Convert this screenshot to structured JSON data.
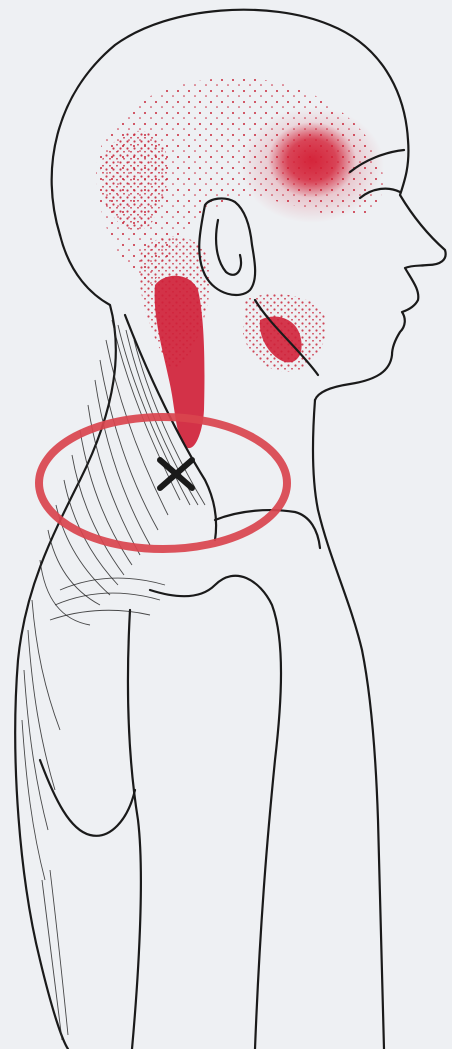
{
  "figure": {
    "subject": "side-view-head-neck-shoulder",
    "colors": {
      "background": "#eef0f3",
      "outline": "#1a1a1a",
      "referred_pain": "#c8263a",
      "highlight_ring": "#d9444e",
      "trigger_point": "#1a1a1a"
    },
    "markers": {
      "trigger_point_symbol": "x-mark",
      "highlight_shape": "ellipse"
    }
  }
}
